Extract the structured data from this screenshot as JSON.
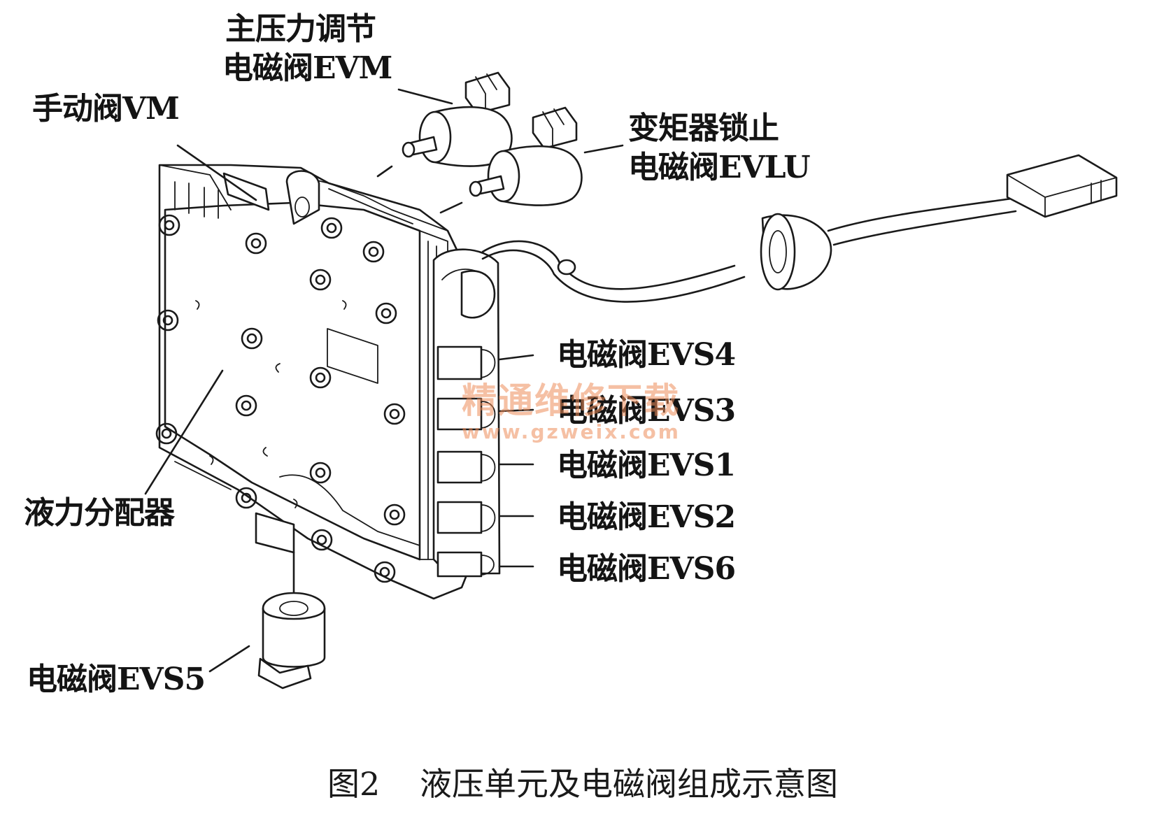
{
  "labels": {
    "evm_line1": "主压力调节",
    "evm_line2": "电磁阀EVM",
    "vm": "手动阀VM",
    "evlu_line1": "变矩器锁止",
    "evlu_line2": "电磁阀EVLU",
    "evs4": "电磁阀EVS4",
    "evs3": "电磁阀EVS3",
    "evs1": "电磁阀EVS1",
    "evs2": "电磁阀EVS2",
    "evs6": "电磁阀EVS6",
    "distributor": "液力分配器",
    "evs5": "电磁阀EVS5"
  },
  "caption": {
    "number": "图2",
    "text": "液压单元及电磁阀组成示意图"
  },
  "watermark": {
    "line1": "精通维修下载",
    "line2": "www.gzweix.com"
  },
  "colors": {
    "ink": "#1a1a1a",
    "watermark": "#ec8c5a"
  }
}
